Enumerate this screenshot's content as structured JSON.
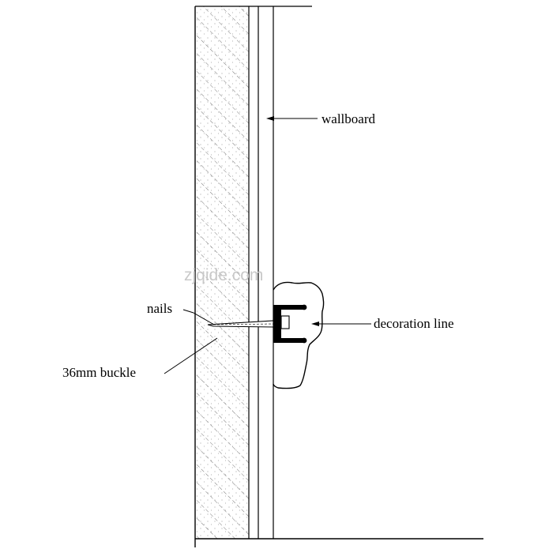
{
  "labels": {
    "wallboard": "wallboard",
    "nails": "nails",
    "decoration_line": "decoration line",
    "buckle": "36mm buckle"
  },
  "watermark": "zjqide.com",
  "colors": {
    "line": "#000000",
    "hatch": "#555555",
    "watermark": "#c9c9c9",
    "background": "#ffffff"
  }
}
